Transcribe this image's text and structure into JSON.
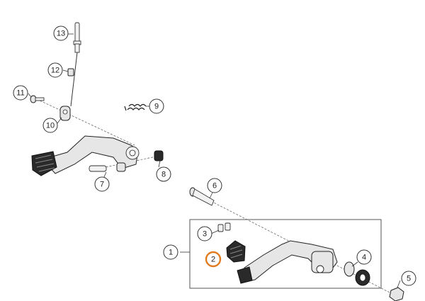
{
  "accent_color": "#e07b1f",
  "callouts": [
    {
      "id": "1",
      "label": "1",
      "highlighted": false
    },
    {
      "id": "2",
      "label": "2",
      "highlighted": true
    },
    {
      "id": "3",
      "label": "3",
      "highlighted": false
    },
    {
      "id": "4",
      "label": "4",
      "highlighted": false
    },
    {
      "id": "5",
      "label": "5",
      "highlighted": false
    },
    {
      "id": "6",
      "label": "6",
      "highlighted": false
    },
    {
      "id": "7",
      "label": "7",
      "highlighted": false
    },
    {
      "id": "8",
      "label": "8",
      "highlighted": false
    },
    {
      "id": "9",
      "label": "9",
      "highlighted": false
    },
    {
      "id": "10",
      "label": "10",
      "highlighted": false
    },
    {
      "id": "11",
      "label": "11",
      "highlighted": false
    },
    {
      "id": "12",
      "label": "12",
      "highlighted": false
    },
    {
      "id": "13",
      "label": "13",
      "highlighted": false
    }
  ]
}
